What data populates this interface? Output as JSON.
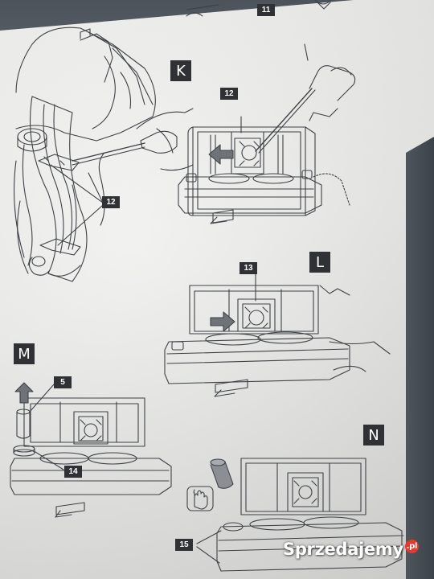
{
  "steps": {
    "k": "K",
    "l": "L",
    "m": "M",
    "n": "N"
  },
  "refs": {
    "page_top": "11",
    "left_pins": "12",
    "k_pin": "12",
    "l_spring": "13",
    "m_piston": "5",
    "m_seal": "14",
    "n_seals": "15"
  },
  "watermark": {
    "text": "Sprzedajemy",
    "badge": ".pl"
  },
  "colors": {
    "line": "#3e4146",
    "arrow_fill": "#6f7378",
    "label_bg": "#2f3135"
  }
}
